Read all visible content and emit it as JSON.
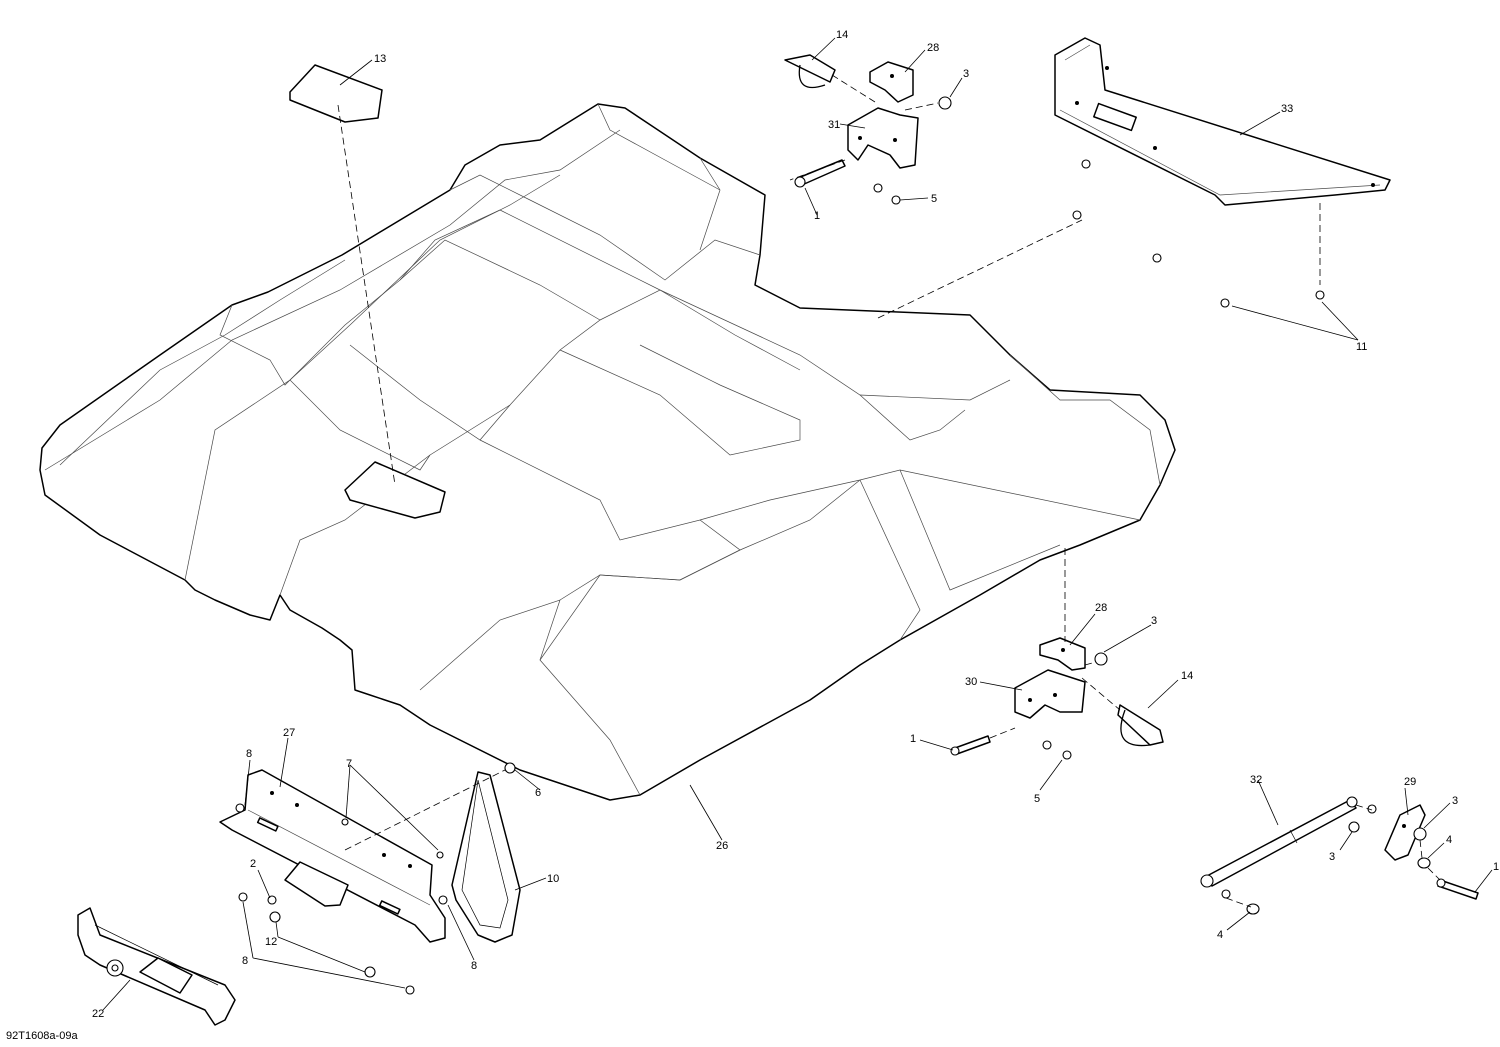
{
  "diagram": {
    "reference_code": "92T1608a-09a",
    "callouts": [
      {
        "id": "c13",
        "label": "13"
      },
      {
        "id": "c14a",
        "label": "14"
      },
      {
        "id": "c28a",
        "label": "28"
      },
      {
        "id": "c3a",
        "label": "3"
      },
      {
        "id": "c31",
        "label": "31"
      },
      {
        "id": "c1a",
        "label": "1"
      },
      {
        "id": "c5a",
        "label": "5"
      },
      {
        "id": "c33",
        "label": "33"
      },
      {
        "id": "c11",
        "label": "11"
      },
      {
        "id": "c28b",
        "label": "28"
      },
      {
        "id": "c3b",
        "label": "3"
      },
      {
        "id": "c30",
        "label": "30"
      },
      {
        "id": "c14b",
        "label": "14"
      },
      {
        "id": "c1b",
        "label": "1"
      },
      {
        "id": "c5b",
        "label": "5"
      },
      {
        "id": "c32",
        "label": "32"
      },
      {
        "id": "c29",
        "label": "29"
      },
      {
        "id": "c3c",
        "label": "3"
      },
      {
        "id": "c4a",
        "label": "4"
      },
      {
        "id": "c3d",
        "label": "3"
      },
      {
        "id": "c1c",
        "label": "1"
      },
      {
        "id": "c4b",
        "label": "4"
      },
      {
        "id": "c26",
        "label": "26"
      },
      {
        "id": "c27",
        "label": "27"
      },
      {
        "id": "c8a",
        "label": "8"
      },
      {
        "id": "c7",
        "label": "7"
      },
      {
        "id": "c6",
        "label": "6"
      },
      {
        "id": "c10",
        "label": "10"
      },
      {
        "id": "c2",
        "label": "2"
      },
      {
        "id": "c12",
        "label": "12"
      },
      {
        "id": "c8b",
        "label": "8"
      },
      {
        "id": "c8c",
        "label": "8"
      },
      {
        "id": "c22",
        "label": "22"
      }
    ]
  }
}
